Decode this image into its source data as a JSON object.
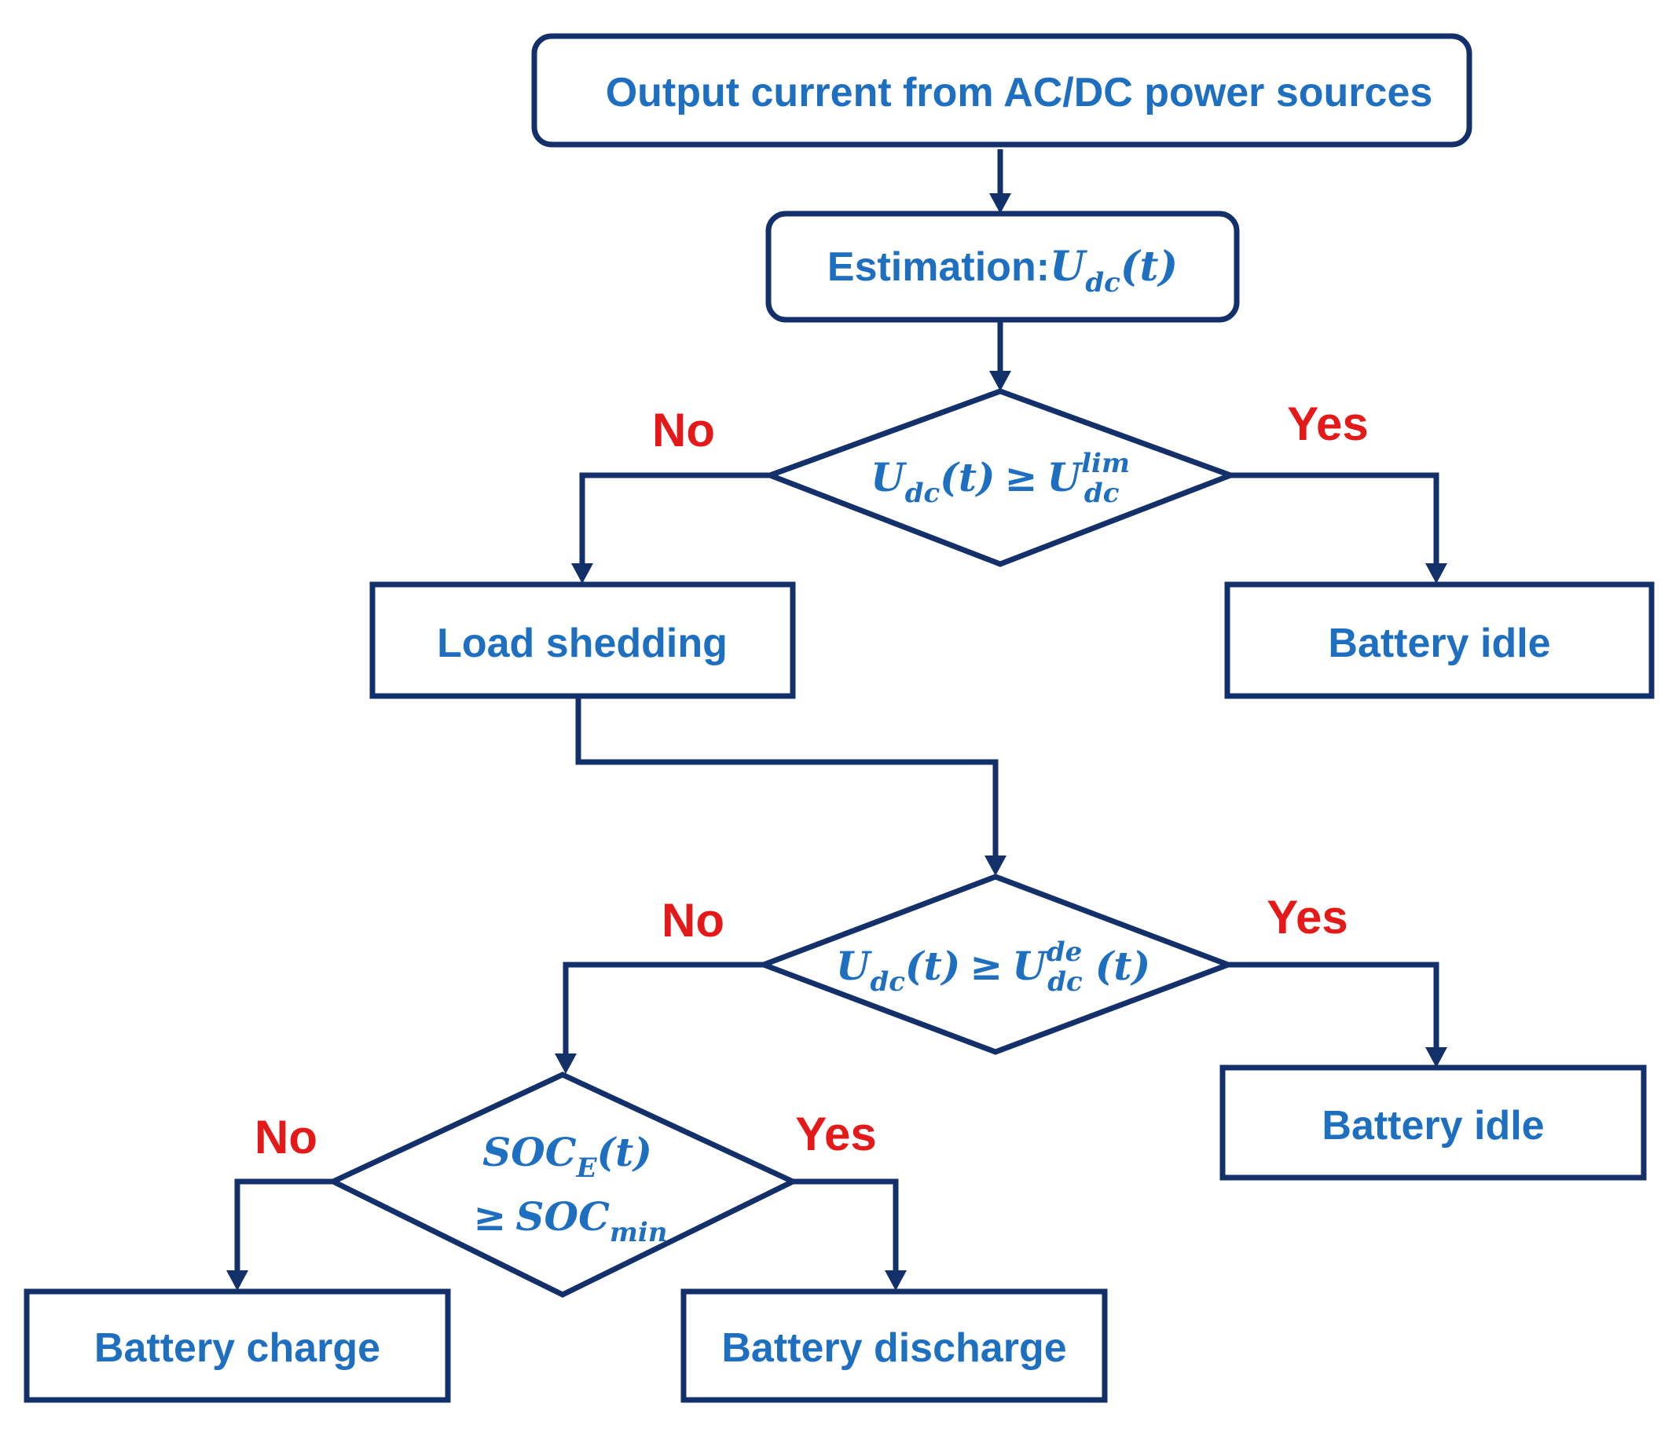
{
  "colors": {
    "node_text": "#1f6fc0",
    "branch_label": "#e41a1a",
    "stroke": "#13306b",
    "background": "#ffffff"
  },
  "nodes": {
    "start": {
      "label": "Output current from AC/DC power sources"
    },
    "estimation": {
      "prefix": "Estimation:",
      "var": "U",
      "sub": "dc",
      "arg": "(t)"
    },
    "decision1": {
      "lhs_var": "U",
      "lhs_sub": "dc",
      "lhs_arg": "(t)",
      "op": "≥",
      "rhs_var": "U",
      "rhs_sub": "dc",
      "rhs_sup": "lim"
    },
    "load_shedding": {
      "label": "Load shedding"
    },
    "battery_idle_1": {
      "label": "Battery idle"
    },
    "decision2": {
      "lhs_var": "U",
      "lhs_sub": "dc",
      "lhs_arg": "(t)",
      "op": "≥",
      "rhs_var": "U",
      "rhs_sub": "dc",
      "rhs_sup": "de",
      "rhs_arg": "(t)"
    },
    "battery_idle_2": {
      "label": "Battery idle"
    },
    "decision3": {
      "line1_var": "SOC",
      "line1_sub": "E",
      "line1_arg": "(t)",
      "op": "≥",
      "line2_var": "SOC",
      "line2_sub": "min"
    },
    "battery_charge": {
      "label": "Battery charge"
    },
    "battery_discharge": {
      "label": "Battery discharge"
    }
  },
  "branch_labels": {
    "d1_no": "No",
    "d1_yes": "Yes",
    "d2_no": "No",
    "d2_yes": "Yes",
    "d3_no": "No",
    "d3_yes": "Yes"
  }
}
